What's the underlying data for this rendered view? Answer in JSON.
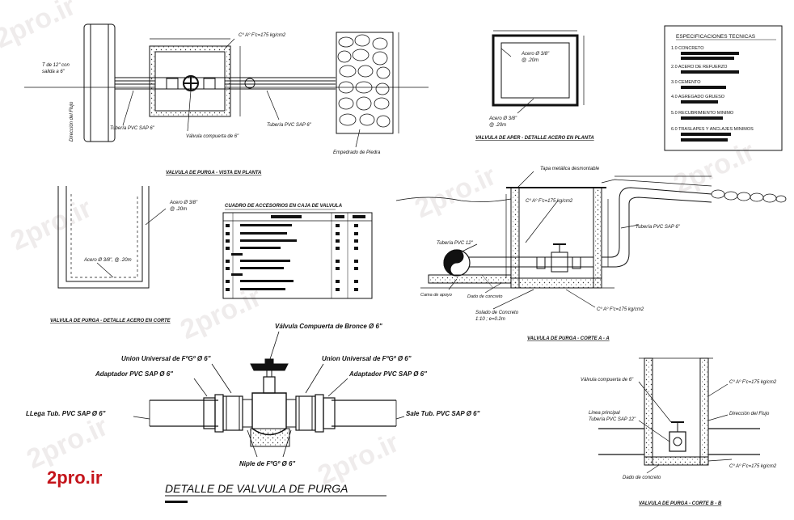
{
  "main_title": "DETALLE DE VALVULA DE PURGA",
  "watermark": "2pro.ir",
  "logo_text": "2pro.ir",
  "plan_view": {
    "title": "VALVULA DE PURGA - VISTA EN PLANTA",
    "concrete_label": "Cº Aº F'c=175 kg/cm2",
    "tee_label_1": "T de 12\" con",
    "tee_label_2": "salida a 6\"",
    "flow_label": "Dirección del Flujo",
    "pipe_in_label": "Tubería PVC SAP 6\"",
    "valve_label": "Válvula compuerta de 6\"",
    "pipe_out_label": "Tubería PVC SAP 6\"",
    "stone_label": "Empedrado de Piedra"
  },
  "rebar_plan": {
    "title": "VALVULA DE APER - DETALLE ACERO EN PLANTA",
    "rebar_label_1": "Acero Ø 3/8\"",
    "rebar_label_2": "@ .20m",
    "rebar_label_3": "Acero Ø 3/8\"",
    "rebar_label_4": "@ .20m"
  },
  "specs": {
    "title": "ESPECIFICACIONES TECNICAS",
    "items": [
      "1.0 CONCRETO",
      "2.0 ACERO DE REFUERZO",
      "3.0 CEMENTO",
      "4.0 AGREGADO GRUESO",
      "5.0 RECUBRIMIENTO MINIMO",
      "6.0 TRASLAPES Y ANCLAJES MINIMOS"
    ]
  },
  "section_steel": {
    "title": "VALVULA DE PURGA - DETALLE ACERO EN CORTE",
    "label_1": "Acero Ø 3/8\"",
    "label_2": "@ .20m",
    "label_3": "Acero Ø 3/8\", @ .20m"
  },
  "table": {
    "title": "CUADRO DE ACCESORIOS EN CAJA DE VALVULA"
  },
  "section_a": {
    "title": "VALVULA DE PURGA - CORTE A - A",
    "cover_label": "Tapa metálica desmontable",
    "concrete_label": "Cº Aº F'c=175 kg/cm2",
    "pipe_label": "Tubería PVC SAP 6\"",
    "tube_label": "Tubería PVC 12\"",
    "support_label": "Cama de apoyo",
    "base_label": "Dado de concreto",
    "solado_1": "Solado de Concreto",
    "solado_2": "1:10 ; e=0.2m",
    "bottom_concrete": "Cº Aº F'c=175 kg/cm2"
  },
  "detail": {
    "valve": "Válvula Compuerta de Bronce Ø 6\"",
    "union_left": "Union Universal de FºGº Ø 6\"",
    "union_right": "Union Universal de FºGº Ø 6\"",
    "adapter_left": "Adaptador PVC SAP Ø 6\"",
    "adapter_right": "Adaptador PVC SAP Ø 6\"",
    "inlet": "LLega Tub. PVC SAP Ø 6\"",
    "outlet": "Sale Tub. PVC SAP Ø 6\"",
    "nipple": "Niple de FºGº Ø 6\""
  },
  "section_b": {
    "title": "VALVULA DE PURGA - CORTE B - B",
    "valve_label": "Válvula compuerta de 6\"",
    "main_line_1": "Linea principal",
    "main_line_2": "Tubería PVC SAP 12\"",
    "concrete_top": "Cº Aº F'c=175 kg/cm2",
    "flow_label": "Dirección del Flujo",
    "concrete_bottom": "Cº Aº F'c=175 kg/cm2",
    "base_label": "Dado de concreto"
  }
}
